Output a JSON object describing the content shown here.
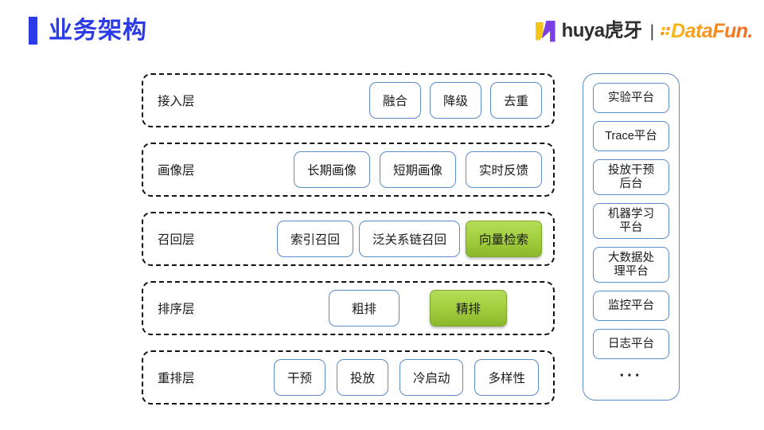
{
  "header": {
    "title": "业务架构",
    "accent_color": "#2B3BE8",
    "brand": {
      "huya_icon": "huya-logo-icon",
      "huya_text": "huya虎牙",
      "separator": "|",
      "datafun_text": "DataFun.",
      "datafun_color": "#F7931E"
    }
  },
  "diagram": {
    "type": "layered-architecture",
    "layers": [
      {
        "label": "接入层",
        "nodes": [
          {
            "text": "融合",
            "style": "blue"
          },
          {
            "text": "降级",
            "style": "blue"
          },
          {
            "text": "去重",
            "style": "blue"
          }
        ]
      },
      {
        "label": "画像层",
        "nodes": [
          {
            "text": "长期画像",
            "style": "blue"
          },
          {
            "text": "短期画像",
            "style": "blue"
          },
          {
            "text": "实时反馈",
            "style": "blue"
          }
        ]
      },
      {
        "label": "召回层",
        "nodes": [
          {
            "text": "索引召回",
            "style": "blue"
          },
          {
            "text": "泛关系链召回",
            "style": "blue"
          },
          {
            "text": "向量检索",
            "style": "green"
          }
        ]
      },
      {
        "label": "排序层",
        "nodes": [
          {
            "text": "粗排",
            "style": "blue"
          },
          {
            "text": "精排",
            "style": "green"
          }
        ]
      },
      {
        "label": "重排层",
        "nodes": [
          {
            "text": "干预",
            "style": "blue"
          },
          {
            "text": "投放",
            "style": "blue"
          },
          {
            "text": "冷启动",
            "style": "blue"
          },
          {
            "text": "多样性",
            "style": "blue"
          }
        ]
      }
    ],
    "highlight_color": "#A3CF3F",
    "node_border_color": "#5B8BC9",
    "container_border_color": "#111111"
  },
  "platform_panel": {
    "items": [
      {
        "text": "实验平台",
        "lines": 1
      },
      {
        "text": "Trace平台",
        "lines": 1
      },
      {
        "text": "投放干预\n后台",
        "lines": 2
      },
      {
        "text": "机器学习\n平台",
        "lines": 2
      },
      {
        "text": "大数据处\n理平台",
        "lines": 2
      },
      {
        "text": "监控平台",
        "lines": 1
      },
      {
        "text": "日志平台",
        "lines": 1
      }
    ],
    "ellipsis": "···"
  }
}
